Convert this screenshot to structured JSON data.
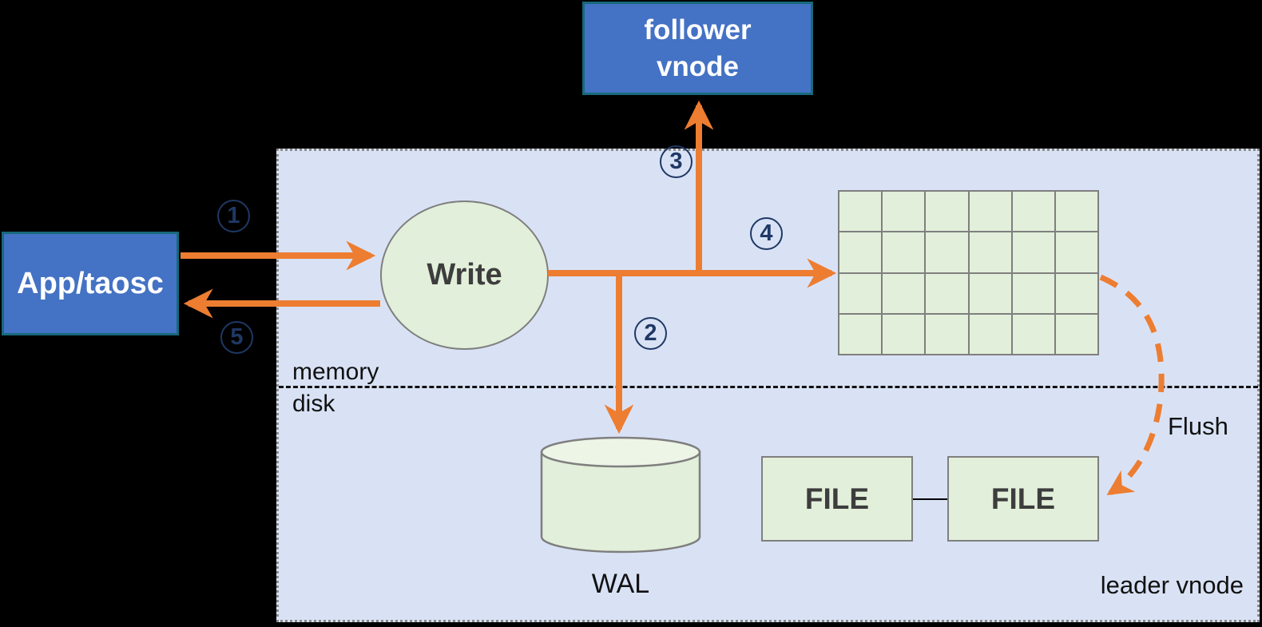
{
  "nodes": {
    "app": "App/taosc",
    "follower_line1": "follower",
    "follower_line2": "vnode",
    "write": "Write",
    "wal": "WAL",
    "file_left": "FILE",
    "file_right": "FILE"
  },
  "labels": {
    "memory": "memory",
    "disk": "disk",
    "flush": "Flush",
    "leader": "leader vnode"
  },
  "steps": {
    "s1": "1",
    "s2": "2",
    "s3": "3",
    "s4": "4",
    "s5": "5"
  },
  "grid": {
    "rows": 4,
    "cols": 6
  },
  "colors": {
    "background": "#000000",
    "container_fill": "#D9E2F5",
    "container_border": "#8a8a8a",
    "node_fill": "#E2EFDA",
    "cylinder_top_fill": "#EDF5E7",
    "node_border": "#7F7F7F",
    "box_fill": "#4472C4",
    "box_border": "#17697C",
    "arrow": "#ED7D31",
    "step": "#1F3864",
    "dark_text": "#3D3D3D",
    "label_text": "#111111"
  }
}
